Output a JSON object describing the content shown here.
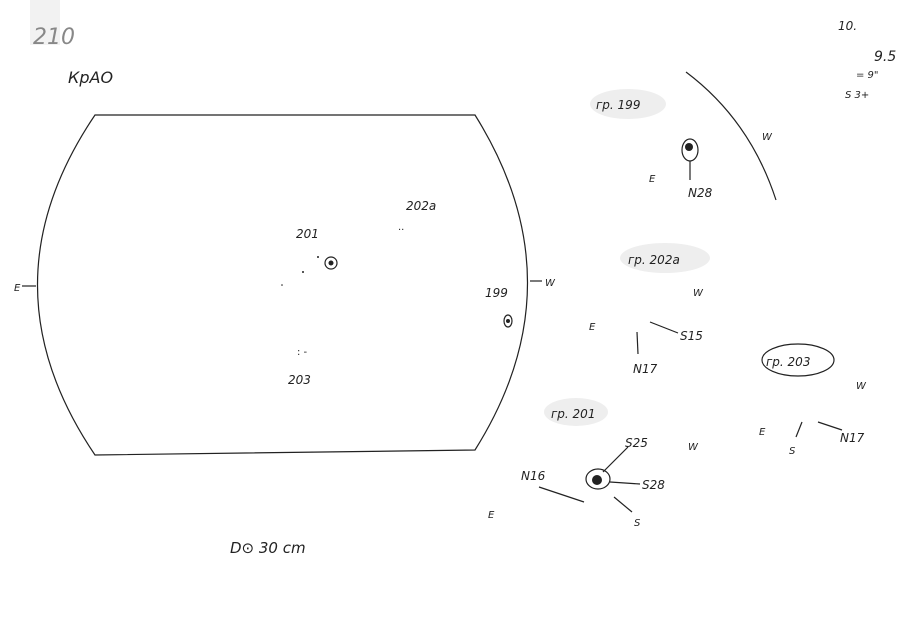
{
  "header": {
    "sheet_number": "210",
    "observatory": "КрАО",
    "page_number": "10."
  },
  "conditions": {
    "time": "9.5",
    "seeing": "= 9\"",
    "quality": "S 3+"
  },
  "disk": {
    "east_label": "E",
    "west_label": "W",
    "groups": [
      {
        "label": "201"
      },
      {
        "label": "202a"
      },
      {
        "label": "199"
      },
      {
        "label": "203"
      }
    ],
    "diameter_note": "D⊙ 30 cm"
  },
  "details": [
    {
      "title": "гр. 199",
      "labels": [
        "N28",
        "E",
        "W"
      ]
    },
    {
      "title": "гр. 202a",
      "labels": [
        "S15",
        "N17",
        "E",
        "W"
      ]
    },
    {
      "title": "гр. 201",
      "labels": [
        "S25",
        "S28",
        "N16",
        "S",
        "E",
        "W"
      ]
    },
    {
      "title": "гр. 203",
      "labels": [
        "N17",
        "S",
        "E",
        "W"
      ]
    }
  ],
  "colors": {
    "ink": "#222222",
    "paper": "#ffffff"
  }
}
